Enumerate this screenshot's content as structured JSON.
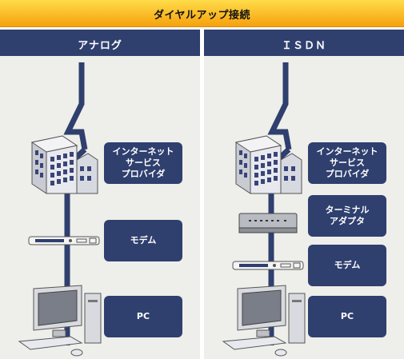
{
  "title": "ダイヤルアップ接続",
  "colors": {
    "navy": "#2f3f6e",
    "orange": "#f6a10d",
    "panel": "#eeeeea"
  },
  "columns": [
    {
      "heading": "アナログ",
      "labels": {
        "isp": "インターネット\nサービス\nプロバイダ",
        "modem": "モデム",
        "pc": "PC"
      }
    },
    {
      "heading": "ＩＳＤＮ",
      "labels": {
        "isp": "インターネット\nサービス\nプロバイダ",
        "ta": "ターミナル\nアダプタ",
        "modem": "モデム",
        "pc": "PC"
      }
    }
  ],
  "icons": [
    "building-icon",
    "modem-icon",
    "terminal-adapter-icon",
    "computer-icon",
    "lightning-line-icon"
  ]
}
